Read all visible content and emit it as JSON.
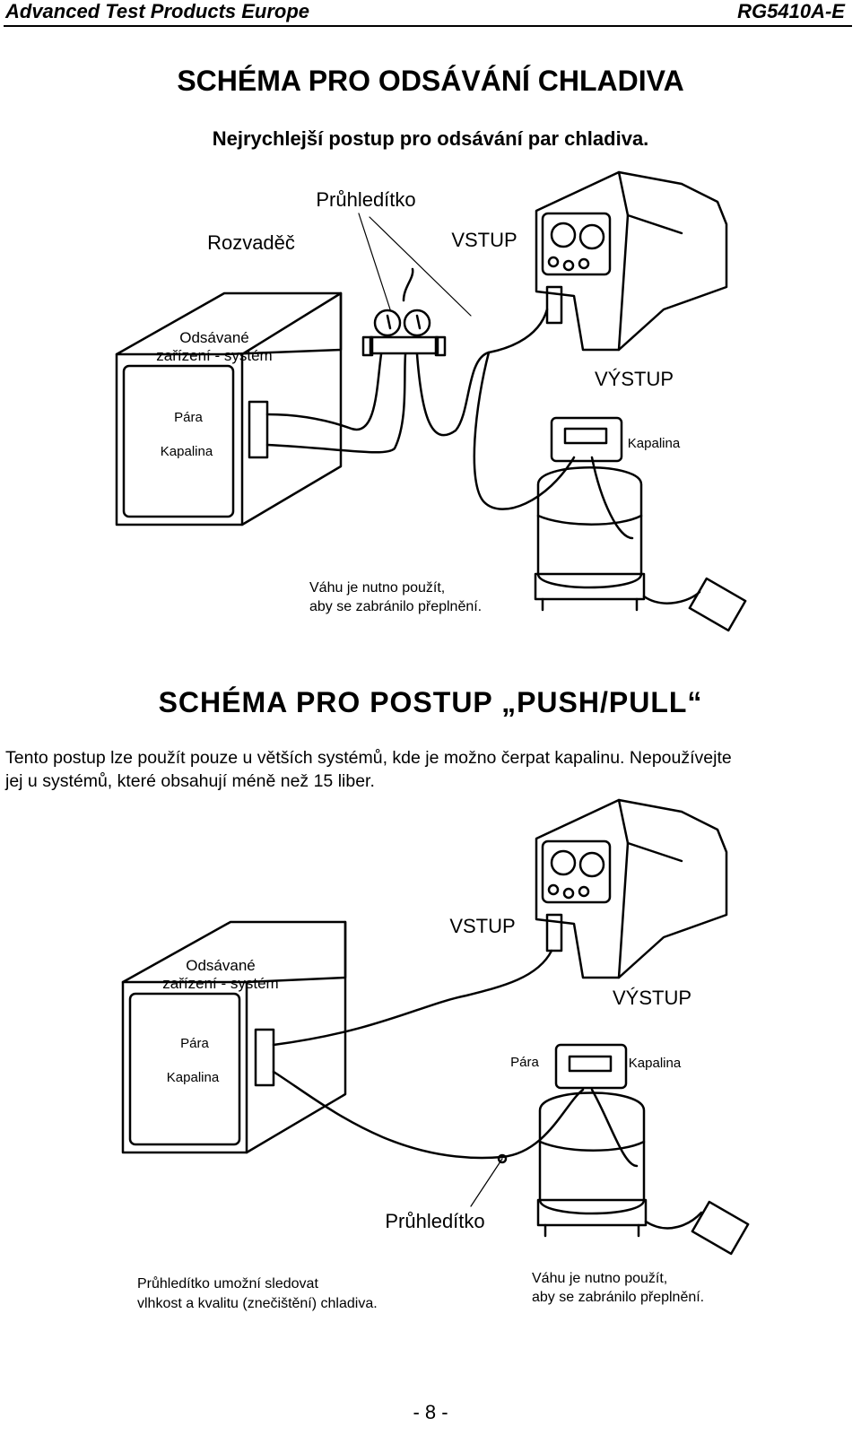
{
  "header": {
    "left": "Advanced Test Products Europe",
    "right": "RG5410A-E"
  },
  "section1": {
    "title": "SCHÉMA PRO ODSÁVÁNÍ CHLADIVA",
    "subtitle": "Nejrychlejší postup pro odsávání par chladiva.",
    "labels": {
      "sight_glass": "Průhledítko",
      "manifold": "Rozvaděč",
      "input": "VSTUP",
      "system_line1": "Odsávané",
      "system_line2": "zařízení - systém",
      "output": "VÝSTUP",
      "vapor": "Pára",
      "liquid": "Kapalina",
      "tank_liquid": "Kapalina",
      "scale_note_line1": "Váhu je nutno použít,",
      "scale_note_line2": "aby se zabránilo přeplnění."
    }
  },
  "section2": {
    "title": "SCHÉMA PRO POSTUP „PUSH/PULL“",
    "paragraph_line1": "Tento postup lze použít pouze u větších systémů, kde je možno čerpat kapalinu. Nepoužívejte",
    "paragraph_line2": "jej u systémů, které obsahují méně než 15 liber.",
    "labels": {
      "input": "VSTUP",
      "system_line1": "Odsávané",
      "system_line2": "zařízení - systém",
      "output": "VÝSTUP",
      "vapor": "Pára",
      "liquid": "Kapalina",
      "tank_vapor": "Pára",
      "tank_liquid": "Kapalina",
      "sight_glass": "Průhledítko",
      "sight_note_line1": "Průhledítko umožní sledovat",
      "sight_note_line2": "vlhkost a kvalitu (znečištění) chladiva.",
      "scale_note_line1": "Váhu je nutno použít,",
      "scale_note_line2": "aby se zabránilo přeplnění."
    }
  },
  "footer": {
    "page_number": "- 8 -"
  }
}
